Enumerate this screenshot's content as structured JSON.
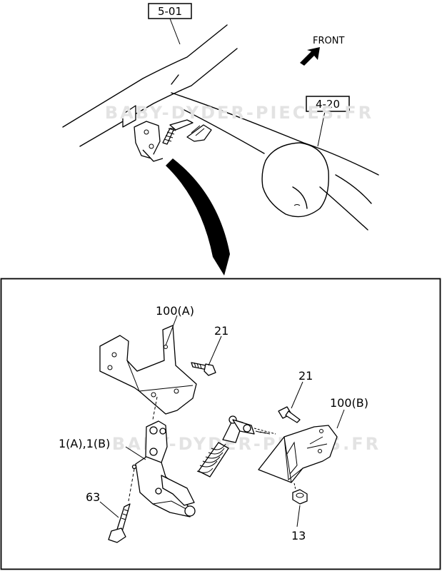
{
  "refs": {
    "top_left": "5-01",
    "top_right": "4-20"
  },
  "front_label": "FRONT",
  "watermark": "BABY-DYDER-PIECES.FR",
  "callouts": {
    "bracket_a": "100(A)",
    "bolt_upper": "21",
    "bolt_right": "21",
    "bracket_b": "100(B)",
    "sensor": "1(A),1(B)",
    "bolt_lower": "63",
    "nut": "13"
  },
  "colors": {
    "line": "#000000",
    "background": "#ffffff",
    "watermark": "#e3e3e3"
  },
  "icons": {
    "front_arrow": "arrow-icon"
  }
}
